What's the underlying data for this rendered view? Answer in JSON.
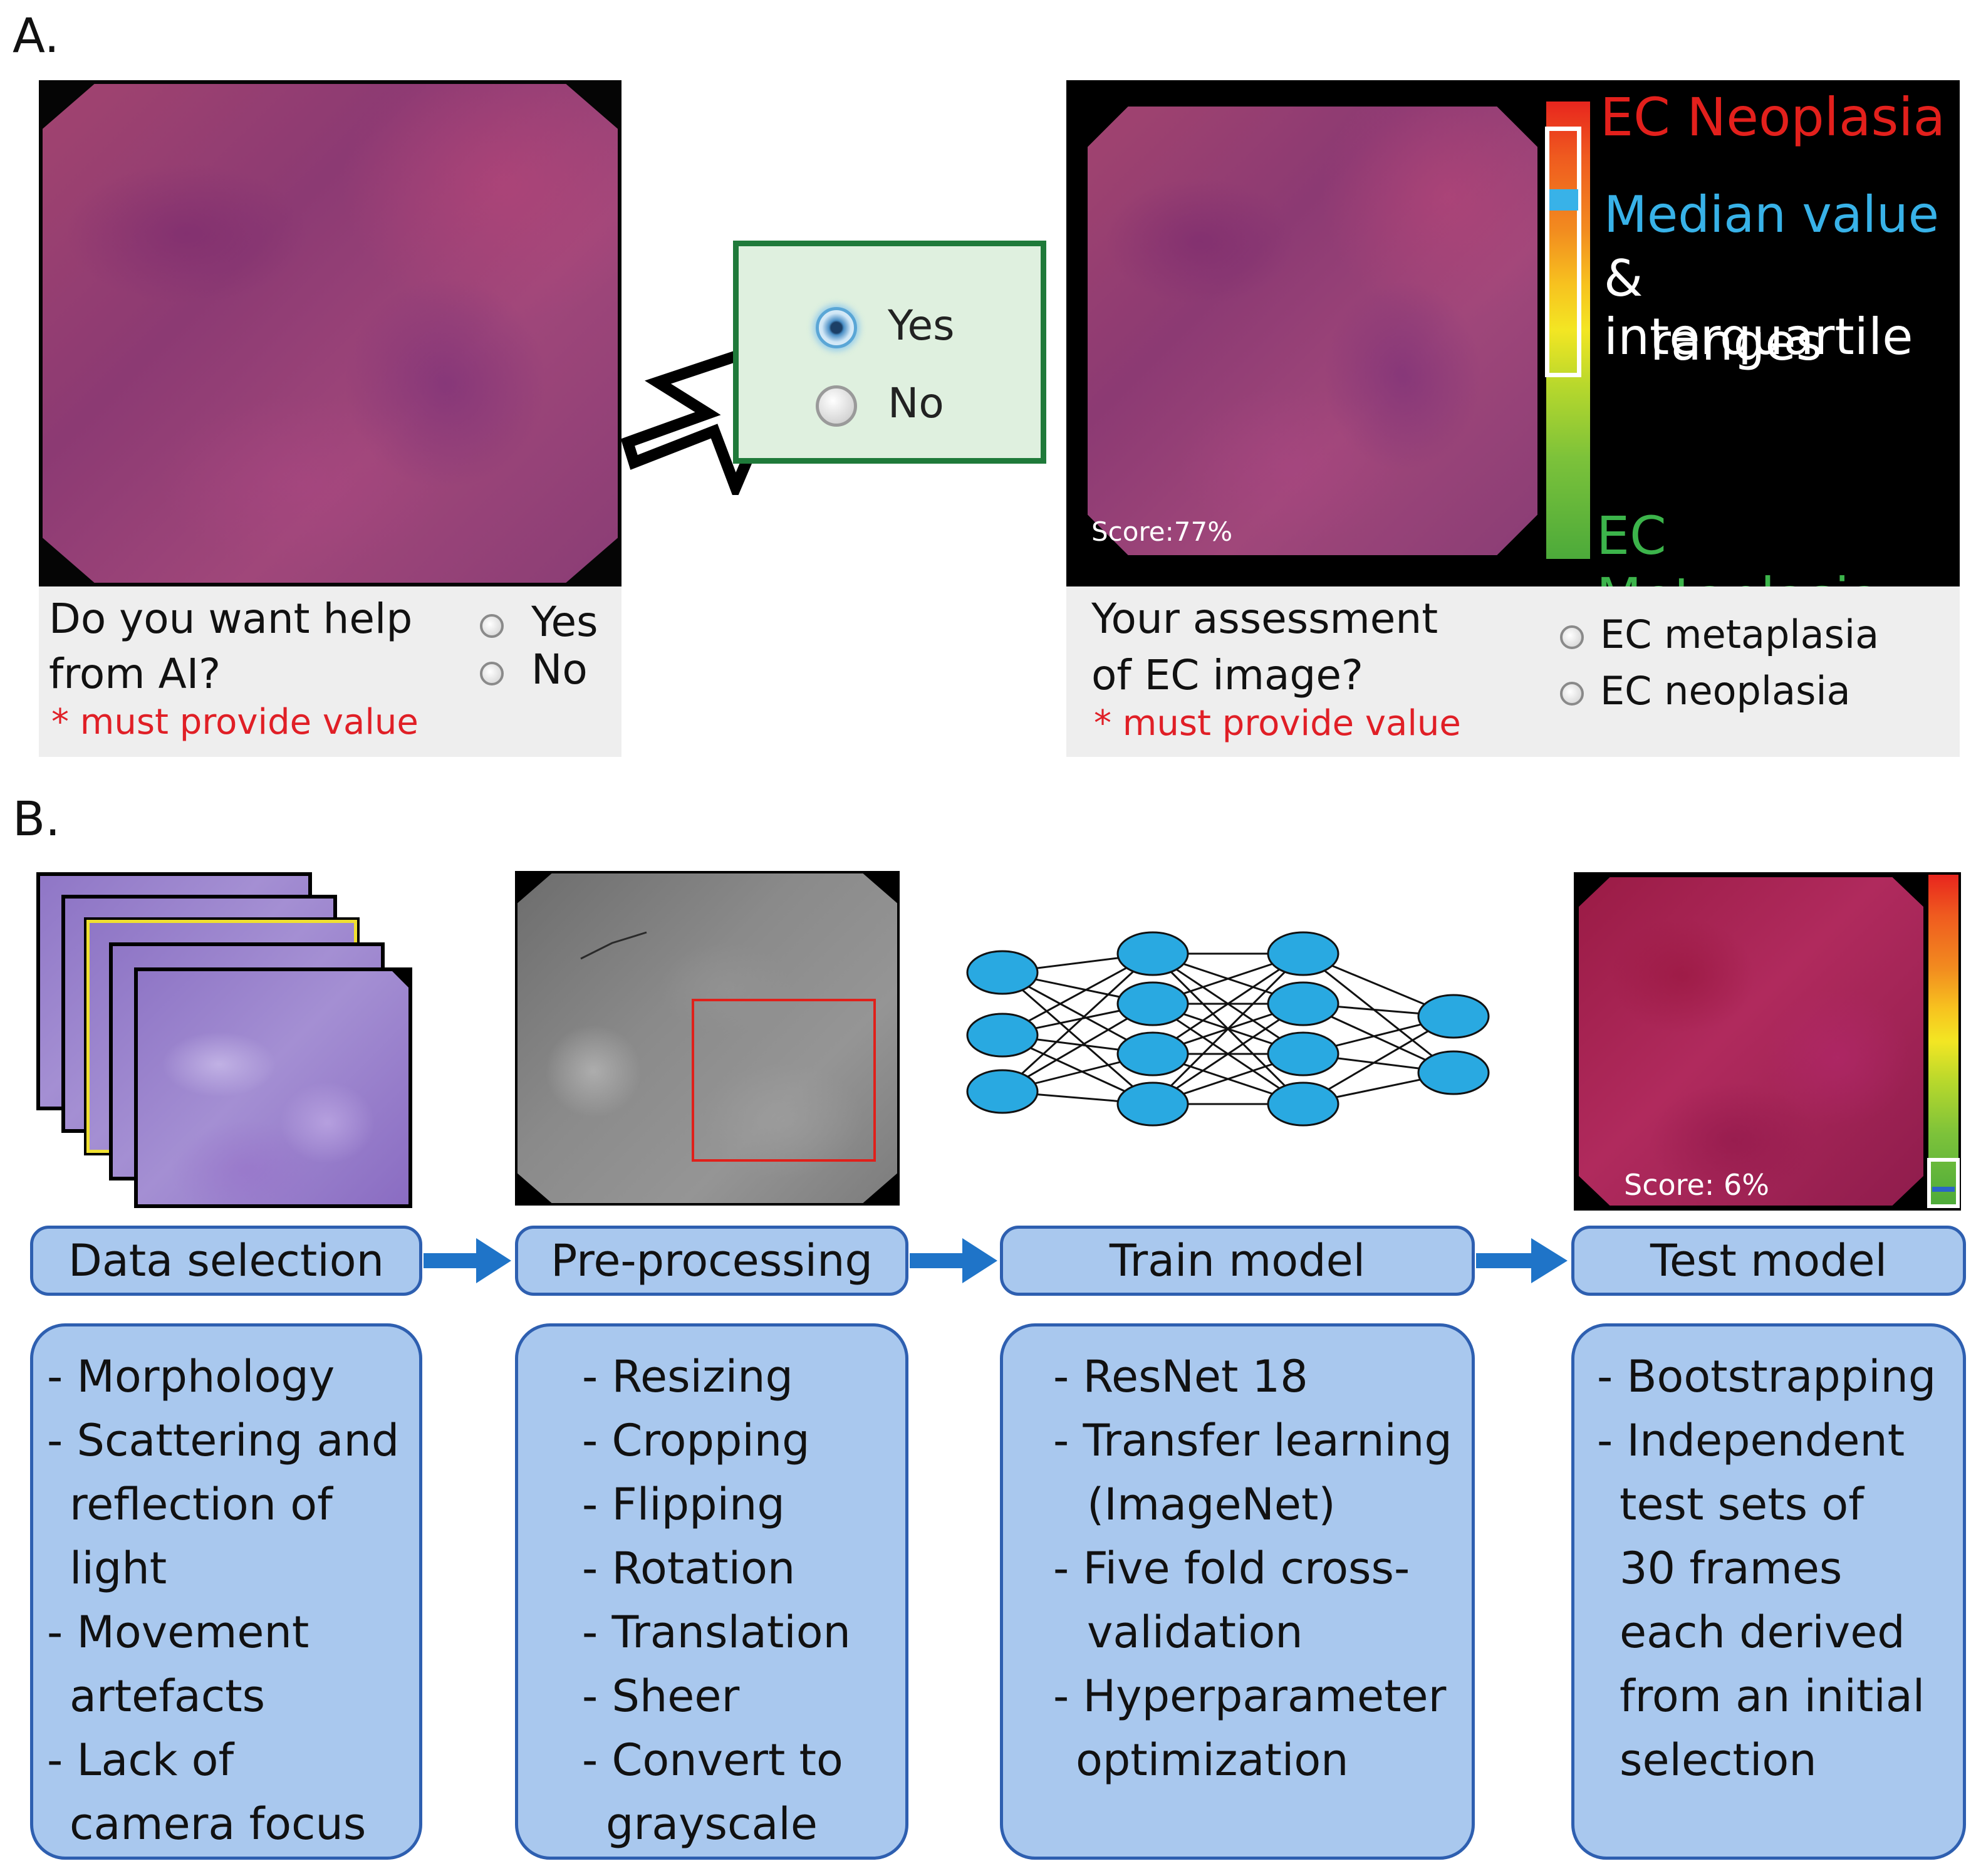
{
  "panel_a": {
    "label": "A.",
    "left_form": {
      "question_line1": "Do you want help",
      "question_line2": "from AI?",
      "warning": "* must provide value",
      "options": [
        "Yes",
        "No"
      ]
    },
    "choice_dialog": {
      "options": [
        "Yes",
        "No"
      ],
      "selected": "Yes"
    },
    "result": {
      "score": "Score:77%",
      "legend_top": "EC Neoplasia",
      "legend_median": "Median value",
      "legend_iqr_line1": "& interquartile",
      "legend_iqr_line2": "ranges",
      "legend_bottom": "EC Metaplasia",
      "colors": {
        "red": "#e3201c",
        "blue": "#38b2e8",
        "green": "#3cb44b"
      }
    },
    "right_form": {
      "question_line1": "Your assessment",
      "question_line2": "of EC image?",
      "warning": "* must provide value",
      "options": [
        "EC metaplasia",
        "EC neoplasia"
      ]
    }
  },
  "panel_b": {
    "label": "B.",
    "stages": [
      {
        "title": "Data selection",
        "items": [
          "- Morphology",
          "- Scattering and",
          "reflection of",
          "light",
          "- Movement",
          "artefacts",
          "- Lack of",
          "camera focus"
        ]
      },
      {
        "title": "Pre-processing",
        "items": [
          "- Resizing",
          "- Cropping",
          "- Flipping",
          "- Rotation",
          "- Translation",
          "- Sheer",
          "- Convert to",
          "grayscale"
        ]
      },
      {
        "title": "Train model",
        "items": [
          "- ResNet 18",
          "- Transfer learning",
          "(ImageNet)",
          "- Five fold cross-",
          "validation",
          "- Hyperparameter",
          "optimization"
        ]
      },
      {
        "title": "Test model",
        "items": [
          "- Bootstrapping",
          "- Independent",
          "test sets of",
          "30 frames",
          "each derived",
          "from an initial",
          "selection"
        ]
      }
    ],
    "test_image": {
      "score": "Score: 6%"
    },
    "colors": {
      "box_fill": "#a9c8ee",
      "box_border": "#2e5fb0",
      "arrow": "#1f74c8",
      "node": "#29a9e1"
    }
  }
}
